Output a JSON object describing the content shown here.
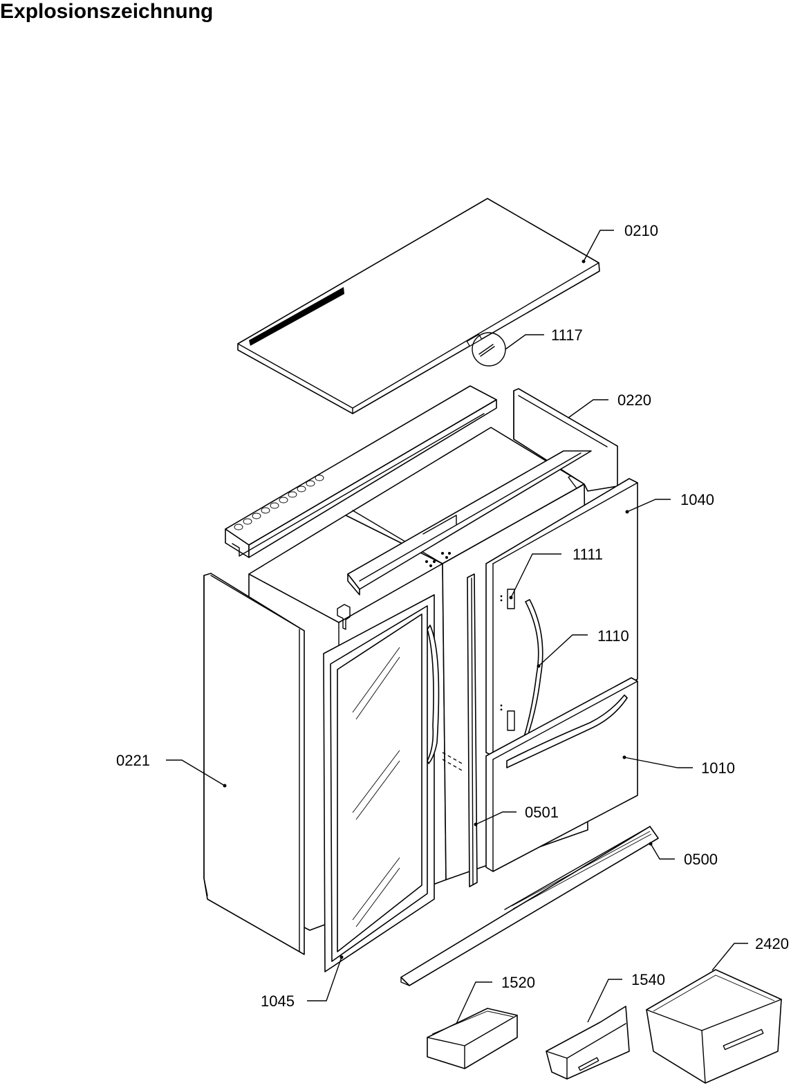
{
  "title": "Explosionszeichnung",
  "parts": [
    {
      "id": "0210",
      "label": "0210"
    },
    {
      "id": "1117",
      "label": "1117"
    },
    {
      "id": "0220",
      "label": "0220"
    },
    {
      "id": "1040",
      "label": "1040"
    },
    {
      "id": "1111",
      "label": "1111"
    },
    {
      "id": "1110",
      "label": "1110"
    },
    {
      "id": "0221",
      "label": "0221"
    },
    {
      "id": "1010",
      "label": "1010"
    },
    {
      "id": "0501",
      "label": "0501"
    },
    {
      "id": "0500",
      "label": "0500"
    },
    {
      "id": "2420",
      "label": "2420"
    },
    {
      "id": "1520",
      "label": "1520"
    },
    {
      "id": "1540",
      "label": "1540"
    },
    {
      "id": "1045",
      "label": "1045"
    }
  ]
}
